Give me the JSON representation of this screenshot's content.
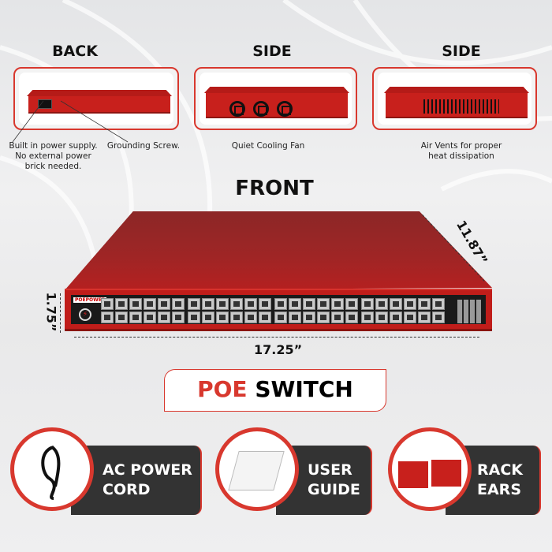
{
  "sections": {
    "back": "BACK",
    "side1": "SIDE",
    "side2": "SIDE",
    "front": "FRONT"
  },
  "captions": {
    "power_supply": "Built in power supply. No external power brick needed.",
    "grounding": "Grounding Screw.",
    "fan": "Quiet Cooling Fan",
    "vents": "Air Vents for proper heat dissipation"
  },
  "dimensions": {
    "depth": "11.87”",
    "height": "1.75”",
    "width": "17.25”"
  },
  "device": {
    "brand": "POEPOWER",
    "port_groups": 4,
    "ports_per_group": 12
  },
  "product": {
    "accent": "POE",
    "name": "SWITCH"
  },
  "accessories": [
    {
      "line1": "AC POWER",
      "line2": "CORD"
    },
    {
      "line1": "USER",
      "line2": "GUIDE"
    },
    {
      "line1": "RACK",
      "line2": "EARS"
    }
  ],
  "colors": {
    "accent": "#d8382e",
    "device_red": "#c8201c",
    "pill": "#333333"
  }
}
